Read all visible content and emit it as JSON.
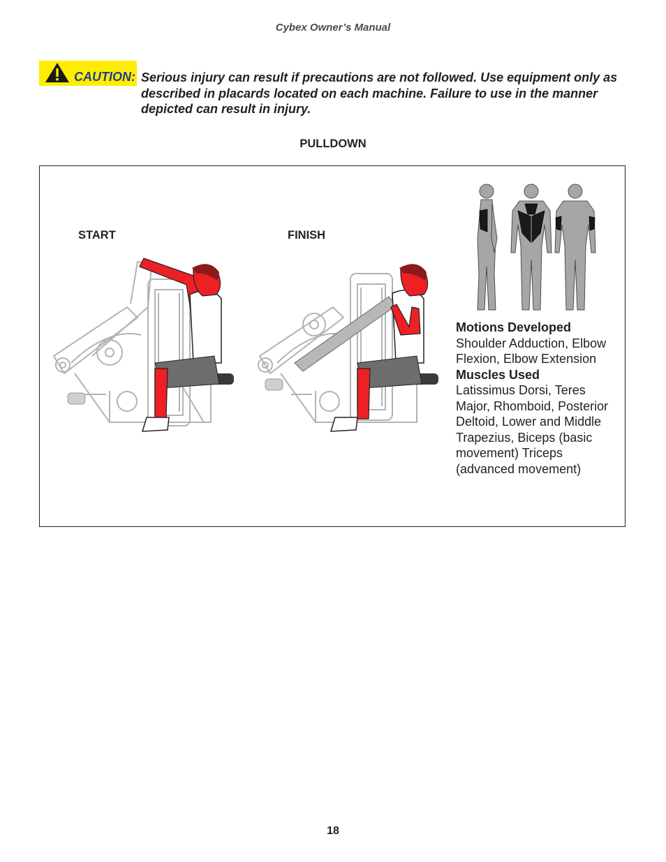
{
  "header": {
    "title": "Cybex Owner’s Manual"
  },
  "caution": {
    "label": "CAUTION:",
    "text": "Serious injury can result if precautions are not followed. Use equipment only as described in placards located on each machine. Failure to use in the manner depicted can result in injury.",
    "badge_color": "#ffed00",
    "label_color": "#1f3e8c",
    "icon": "warning-triangle-icon"
  },
  "exercise": {
    "title": "PULLDOWN",
    "start_label": "START",
    "finish_label": "FINISH",
    "motions_heading": "Motions Developed",
    "motions_text": "Shoulder Adduction, Elbow Flexion, Elbow Extension",
    "muscles_heading": "Muscles Used",
    "muscles_text": "Latissimus Dorsi, Teres Major, Rhomboid, Posterior Deltoid, Lower and Middle Trapezius, Biceps (basic movement) Triceps (advanced movement)",
    "highlight_color": "#ed2024",
    "muscle_highlight_color": "#1a1a1a"
  },
  "footer": {
    "page_number": "18"
  }
}
